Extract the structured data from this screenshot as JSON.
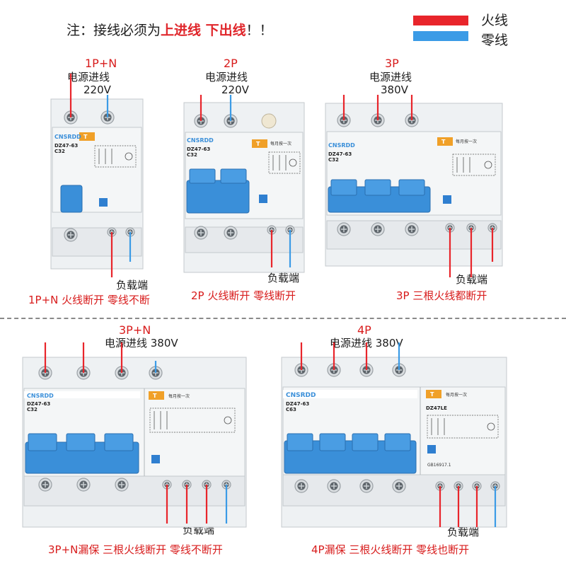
{
  "header": {
    "note_prefix": "注：接线必须为",
    "note_red": "上进线 下出线",
    "note_suffix": "！！"
  },
  "legend": {
    "live_label": "火线",
    "neutral_label": "零线",
    "live_color": "#e8252b",
    "neutral_color": "#3b9be6"
  },
  "breaker": {
    "brand": "CNSRDD",
    "model": "DZ47-63",
    "rating": "C32",
    "rating_4p": "C63",
    "model_4p_rcd": "DZ47LE",
    "test_hint": "每月按一次",
    "test_button": "T",
    "serial_4p": "GB16917.1",
    "body_color": "#eef1f3",
    "handle_color": "#3a8fd9",
    "test_color": "#f0a028"
  },
  "panels": {
    "p1": {
      "poles": "1P+N",
      "source": "电源进线",
      "voltage": "220V",
      "load": "负载端",
      "caption": "1P+N 火线断开 零线不断"
    },
    "p2": {
      "poles": "2P",
      "source": "电源进线",
      "voltage": "220V",
      "load": "负载端",
      "caption": "2P 火线断开 零线断开"
    },
    "p3": {
      "poles": "3P",
      "source": "电源进线",
      "voltage": "380V",
      "load": "负载端",
      "caption": "3P 三根火线都断开"
    },
    "p4": {
      "poles": "3P+N",
      "source": "电源进线 380V",
      "load": "负载端",
      "caption": "3P+N漏保 三根火线断开 零线不断开"
    },
    "p5": {
      "poles": "4P",
      "source": "电源进线 380V",
      "load": "负载端",
      "caption": "4P漏保 三根火线断开 零线也断开"
    }
  }
}
